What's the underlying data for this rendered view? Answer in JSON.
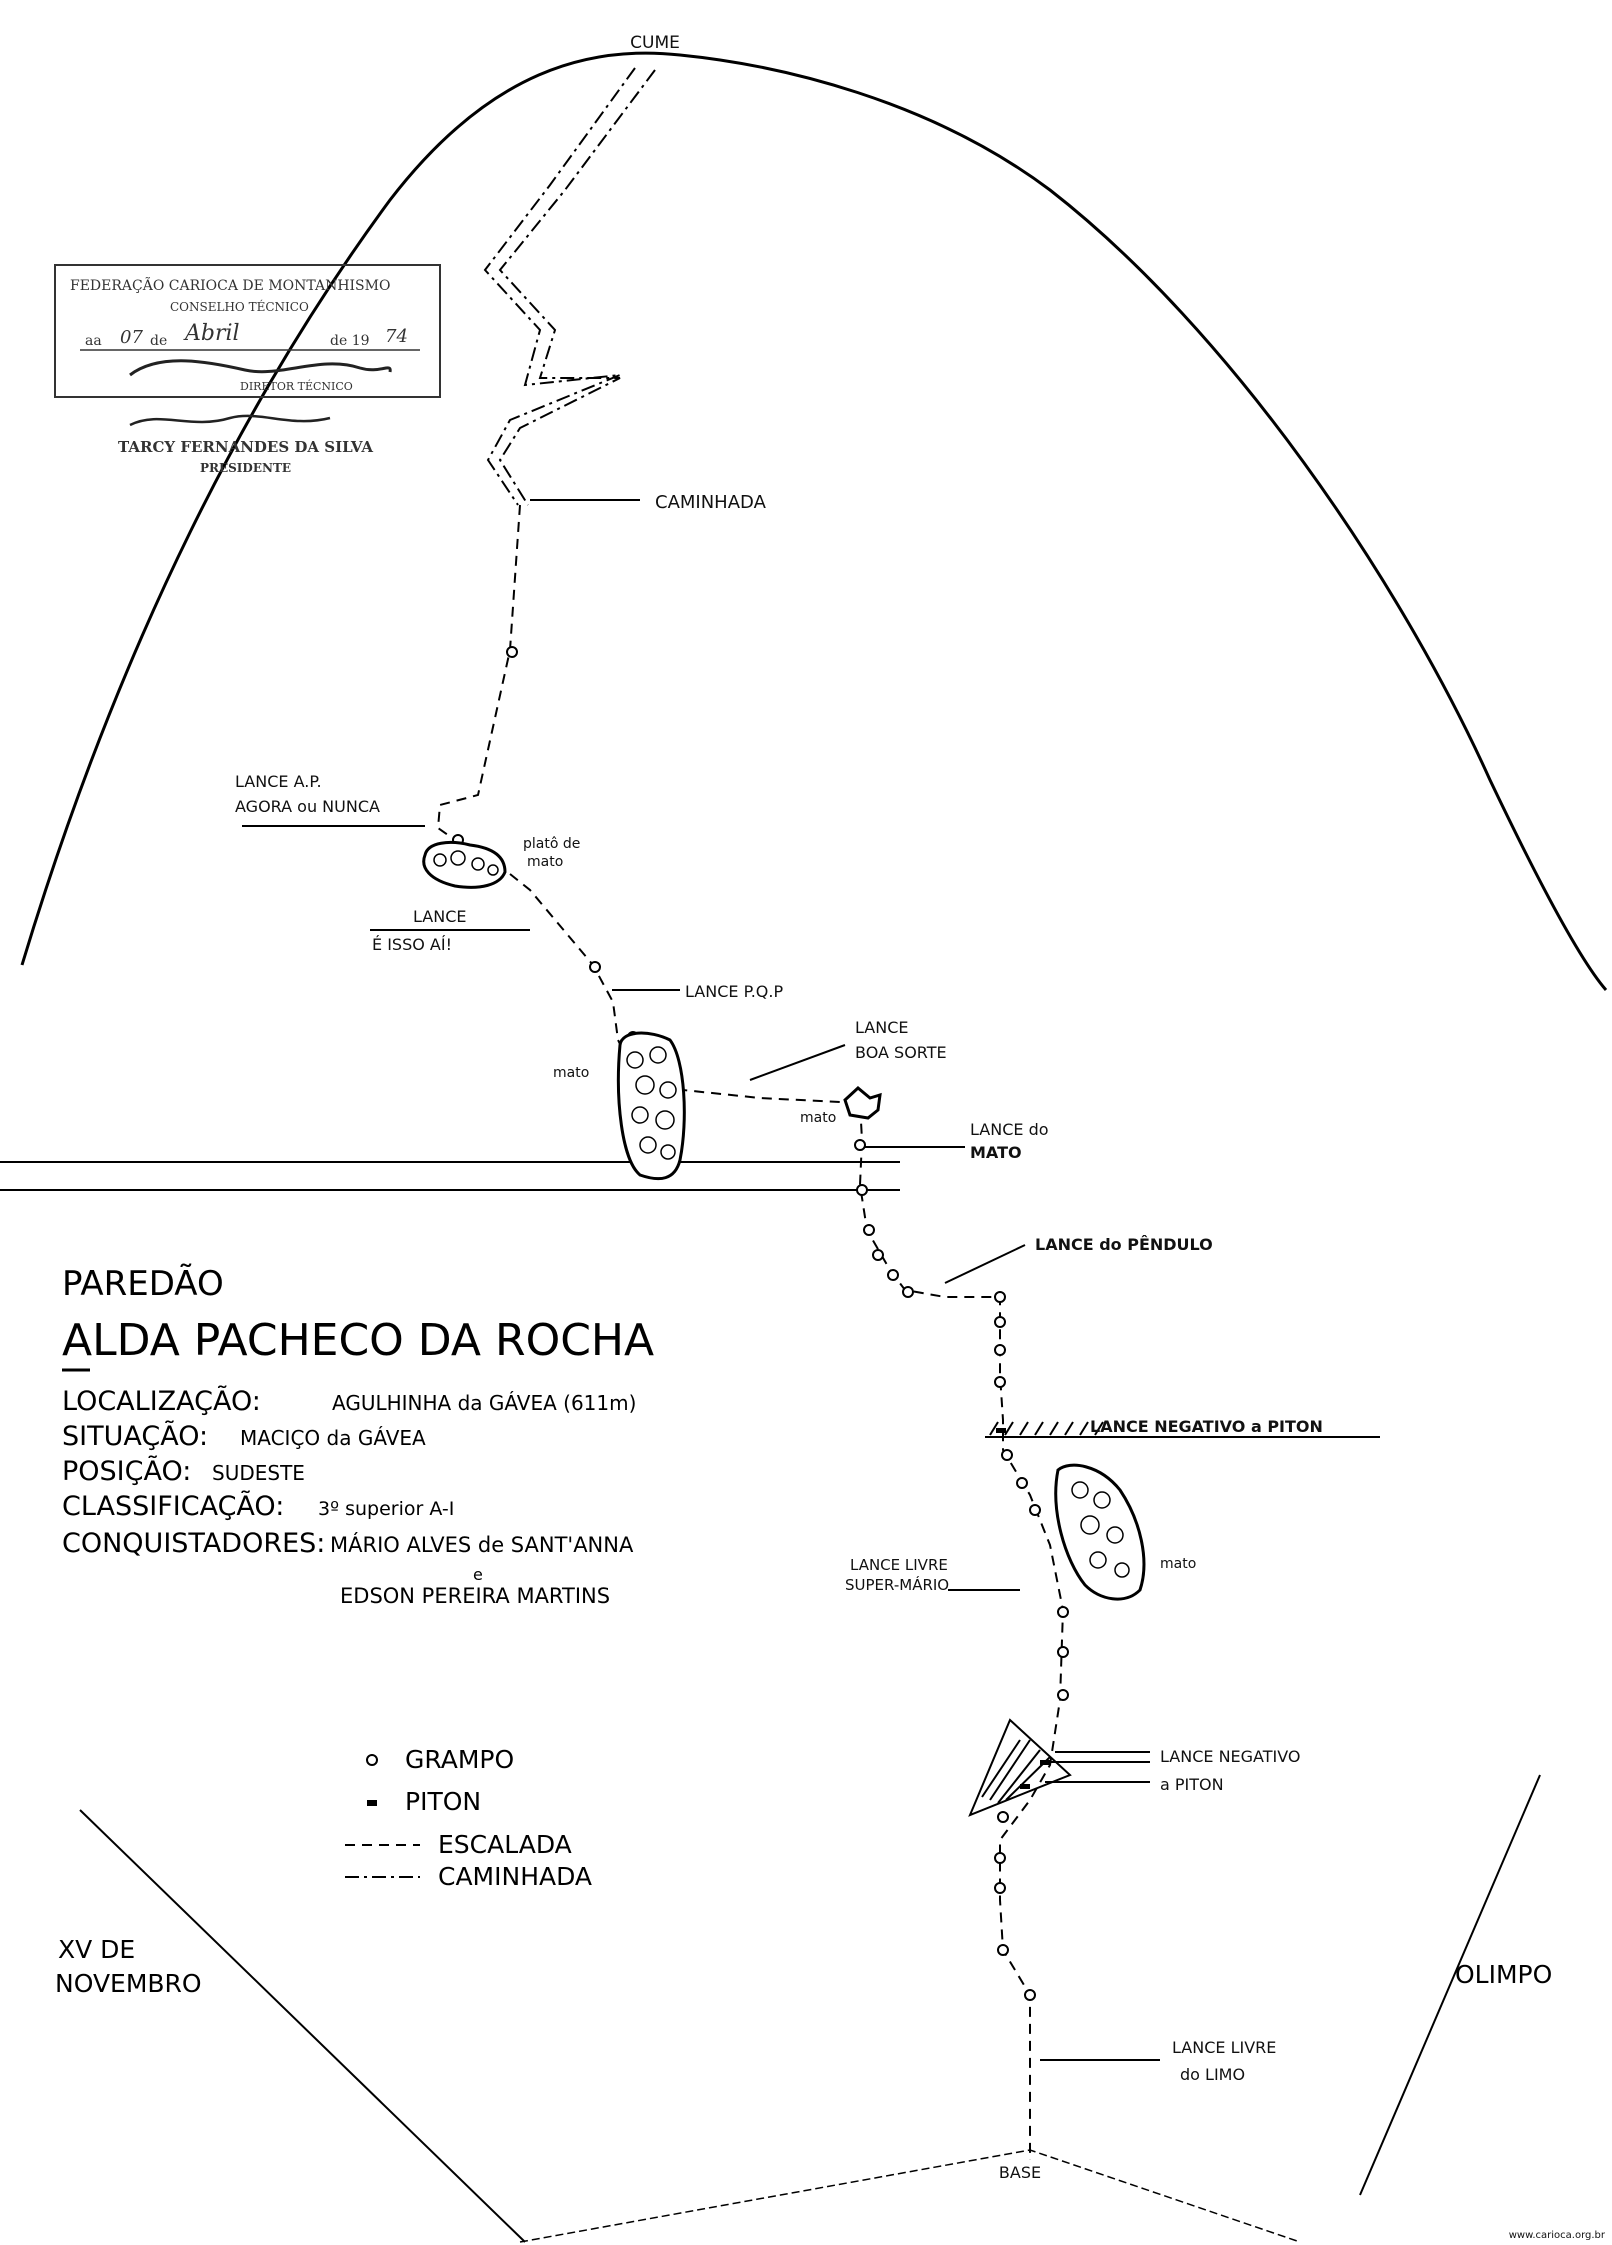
{
  "summit_label": "CUME",
  "base_label": "BASE",
  "stamp": {
    "line1": "FEDERAÇÃO CARIOCA DE MONTANHISMO",
    "line2": "CONSELHO TÉCNICO",
    "date_prefix": "aa",
    "date_day": "07",
    "date_de": "de",
    "date_month": "Abril",
    "date_year_prefix": "de 19",
    "date_year": "74",
    "director": "DIRETOR TÉCNICO",
    "president_name": "TARCY FERNANDES DA SILVA",
    "president_title": "PRESIDENTE"
  },
  "route_labels": {
    "caminhada": "CAMINHADA",
    "lance_ap_1": "LANCE A.P.",
    "lance_ap_2": "AGORA ou NUNCA",
    "plato_1": "platô de",
    "plato_2": "mato",
    "lance_isso_1": "LANCE",
    "lance_isso_2": "É ISSO AÍ!",
    "lance_pqp": "LANCE P.Q.P",
    "mato_a": "mato",
    "boa_sorte_1": "LANCE",
    "boa_sorte_2": "BOA SORTE",
    "mato_b": "mato",
    "lance_mato_1": "LANCE do",
    "lance_mato_2": "MATO",
    "lance_pendulo": "LANCE do PÊNDULO",
    "neg_piton_a": "LANCE NEGATIVO a PITON",
    "mato_c": "mato",
    "livre_super_1": "LANCE LIVRE",
    "livre_super_2": "SUPER-MÁRIO",
    "neg_piton_b1": "LANCE NEGATIVO",
    "neg_piton_b2": "a PITON",
    "livre_limo_1": "LANCE LIVRE",
    "livre_limo_2": "do LIMO"
  },
  "info": {
    "wall_type": "PAREDÃO",
    "wall_name": "ALDA PACHECO DA ROCHA",
    "location_key": "LOCALIZAÇÃO:",
    "location_val": "AGULHINHA da GÁVEA (611m)",
    "situation_key": "SITUAÇÃO:",
    "situation_val": "MACIÇO da GÁVEA",
    "position_key": "POSIÇÃO:",
    "position_val": "SUDESTE",
    "class_key": "CLASSIFICAÇÃO:",
    "class_val": "3º superior A-I",
    "conq_key": "CONQUISTADORES:",
    "conq_val1": "MÁRIO ALVES de SANT'ANNA",
    "conq_and": "e",
    "conq_val2": "EDSON PEREIRA MARTINS"
  },
  "legend": {
    "grampo": "GRAMPO",
    "piton": "PITON",
    "escalada": "ESCALADA",
    "caminhada": "CAMINHADA"
  },
  "side_labels": {
    "left_1": "XV DE",
    "left_2": "NOVEMBRO",
    "right": "OLIMPO"
  },
  "watermark": "www.carioca.org.br"
}
